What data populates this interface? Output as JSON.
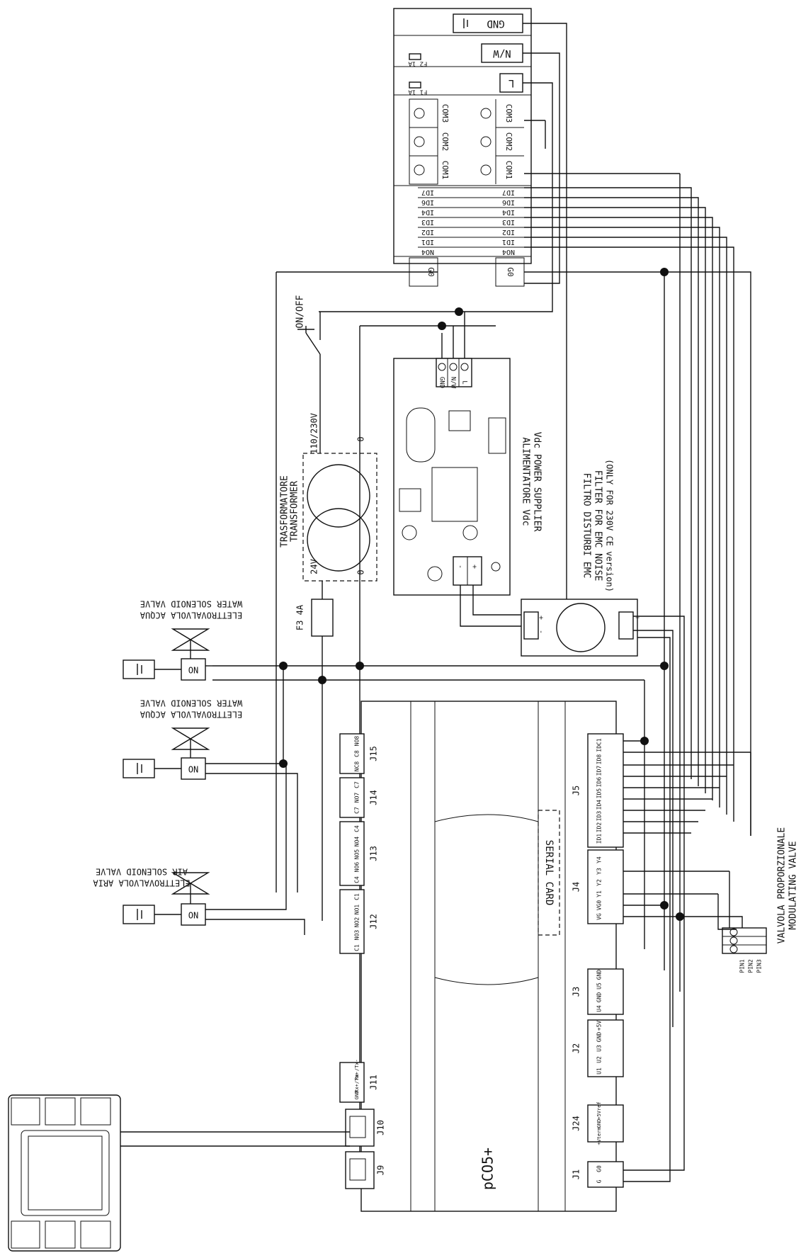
{
  "main_board": {
    "name": "pCO5+",
    "serial_card": "SERIAL CARD",
    "connectors": [
      "J1",
      "J24",
      "J2",
      "J3",
      "J4",
      "J5",
      "J9",
      "J10",
      "J11",
      "J12",
      "J13",
      "J14",
      "J15"
    ],
    "j1_pins": [
      "G",
      "G0"
    ],
    "j24_pins": [
      "+Vterm",
      "GND",
      "+5Vref"
    ],
    "j2_pins": [
      "U1",
      "U2",
      "U3",
      "GND",
      "+5V"
    ],
    "j3_pins": [
      "U4",
      "GND",
      "U5",
      "GND"
    ],
    "j4_pins": [
      "VG",
      "VG0",
      "Y1",
      "Y2",
      "Y3",
      "Y4"
    ],
    "j5_pins": [
      "ID1",
      "ID2",
      "ID3",
      "ID4",
      "ID5",
      "ID6",
      "ID7",
      "ID8",
      "IDC1"
    ],
    "j11_pins": [
      "Rx-/Tx-",
      "Rx+/Tx+",
      "GND"
    ],
    "j12_pins": [
      "C1",
      "NO1",
      "NO2",
      "NO3",
      "C1"
    ],
    "j13_pins": [
      "C4",
      "NO4",
      "NO5",
      "NO6",
      "C4"
    ],
    "j14_pins": [
      "C7",
      "NO7",
      "C7"
    ],
    "j15_pins": [
      "NO8",
      "C8",
      "NC8"
    ]
  },
  "terminal_strip": {
    "power_terminals": [
      "GND",
      "N/W",
      "L"
    ],
    "fuses": [
      "F2 1A",
      "F1 1A"
    ],
    "com_left": [
      "COM3",
      "COM2",
      "COM1"
    ],
    "com_right": [
      "COM3",
      "COM2",
      "COM1"
    ],
    "di_left": [
      "ID7",
      "ID6",
      "ID4",
      "ID3",
      "ID2",
      "ID1",
      "NO4"
    ],
    "di_right": [
      "ID7",
      "ID6",
      "ID4",
      "ID3",
      "ID2",
      "ID1",
      "NO4"
    ],
    "g0_labels": [
      "G0",
      "G0"
    ]
  },
  "switch": {
    "label": "ON/OFF"
  },
  "transformer": {
    "label_it": "TRASFORMATORE",
    "label_en": "TRANSFORMER",
    "primary": "110/230V",
    "secondary": "24V",
    "tap_zero_a": "0",
    "tap_zero_b": "0",
    "fuse": "F3 4A"
  },
  "power_supply": {
    "label_it": "ALIMENTATORE Vdc",
    "label_en": "Vdc POWER SUPPLIER",
    "in_pins": [
      "GND",
      "N/W",
      "L"
    ],
    "out_pins": [
      "-",
      "+"
    ]
  },
  "emc_filter": {
    "label_it": "FILTRO DISTURBI EMC",
    "label_en": "FILTER FOR EMC NOISE",
    "label_note": "(ONLY FOR 230V CE version)",
    "pins_left": [
      "+",
      "-"
    ],
    "pins_right": [
      "+",
      "-"
    ]
  },
  "valves": [
    {
      "it": "ELETTROVALVOLA ACQUA",
      "en": "WATER SOLENOID VALVE",
      "contact": "NO"
    },
    {
      "it": "ELETTROVALVOLA ACQUA",
      "en": "WATER SOLENOID VALVE",
      "contact": "NO"
    },
    {
      "it": "ELETTROVALVOLA ARIA",
      "en": "AIR SOLENOID VALVE",
      "contact": "NO"
    }
  ],
  "modulating_valve": {
    "label_it": "VALVOLA PROPORZIONALE",
    "label_en": "MODULATING VALVE",
    "pins": [
      "PIN3",
      "PIN2",
      "PIN1"
    ]
  }
}
